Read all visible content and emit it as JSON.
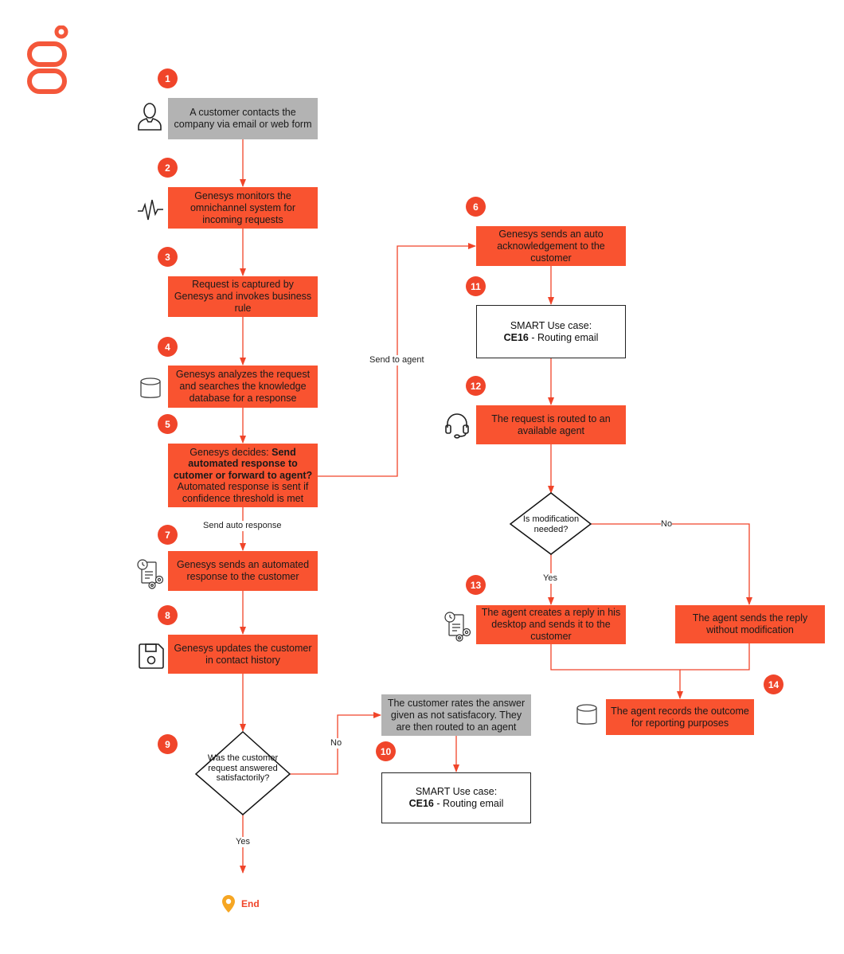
{
  "colors": {
    "accent": "#f95330",
    "badge": "#f0452a",
    "gray": "#b3b3b3",
    "line": "#f0452a",
    "logo": "#f4573a"
  },
  "logo": {
    "icon": "genesys-logo-icon"
  },
  "badges": [
    "1",
    "2",
    "3",
    "4",
    "5",
    "6",
    "7",
    "8",
    "9",
    "10",
    "11",
    "12",
    "13",
    "14"
  ],
  "steps": {
    "s1": "A customer contacts the company via email or web form",
    "s2": "Genesys monitors the omnichannel system for incoming requests",
    "s3": "Request is captured by Genesys and invokes business rule",
    "s4": "Genesys analyzes the request and searches the knowledge database for a response",
    "s5_pre": "Genesys decides: ",
    "s5_bold": "Send automated response to cutomer or forward to agent?",
    "s5_post": " Automated response is sent if confidence threshold is met",
    "s6": "Genesys sends an auto acknowledgement to the customer",
    "s7": "Genesys sends an automated response to the customer",
    "s8": "Genesys updates the customer in contact history",
    "s9": "Was the customer request answered satisfactorily?",
    "rate": "The customer rates the answer given as not satisfacory. They are then routed to an agent",
    "smart_line1": "SMART Use case:",
    "smart_code": "CE16",
    "smart_rest": " - Routing email",
    "s12": "The request is routed to an available agent",
    "mod_q": "Is modification needed?",
    "s13": "The agent creates a reply in his desktop and sends it to the customer",
    "nomod": "The agent sends the reply without modification",
    "s14": "The agent records the outcome for reporting purposes"
  },
  "edge_labels": {
    "send_to_agent": "Send to agent",
    "send_auto": "Send auto response",
    "no": "No",
    "yes": "Yes"
  },
  "end_label": "End",
  "icons": [
    "user-icon",
    "pulse-icon",
    "database-icon",
    "document-gear-icon",
    "save-icon",
    "headset-icon",
    "location-pin-icon"
  ]
}
